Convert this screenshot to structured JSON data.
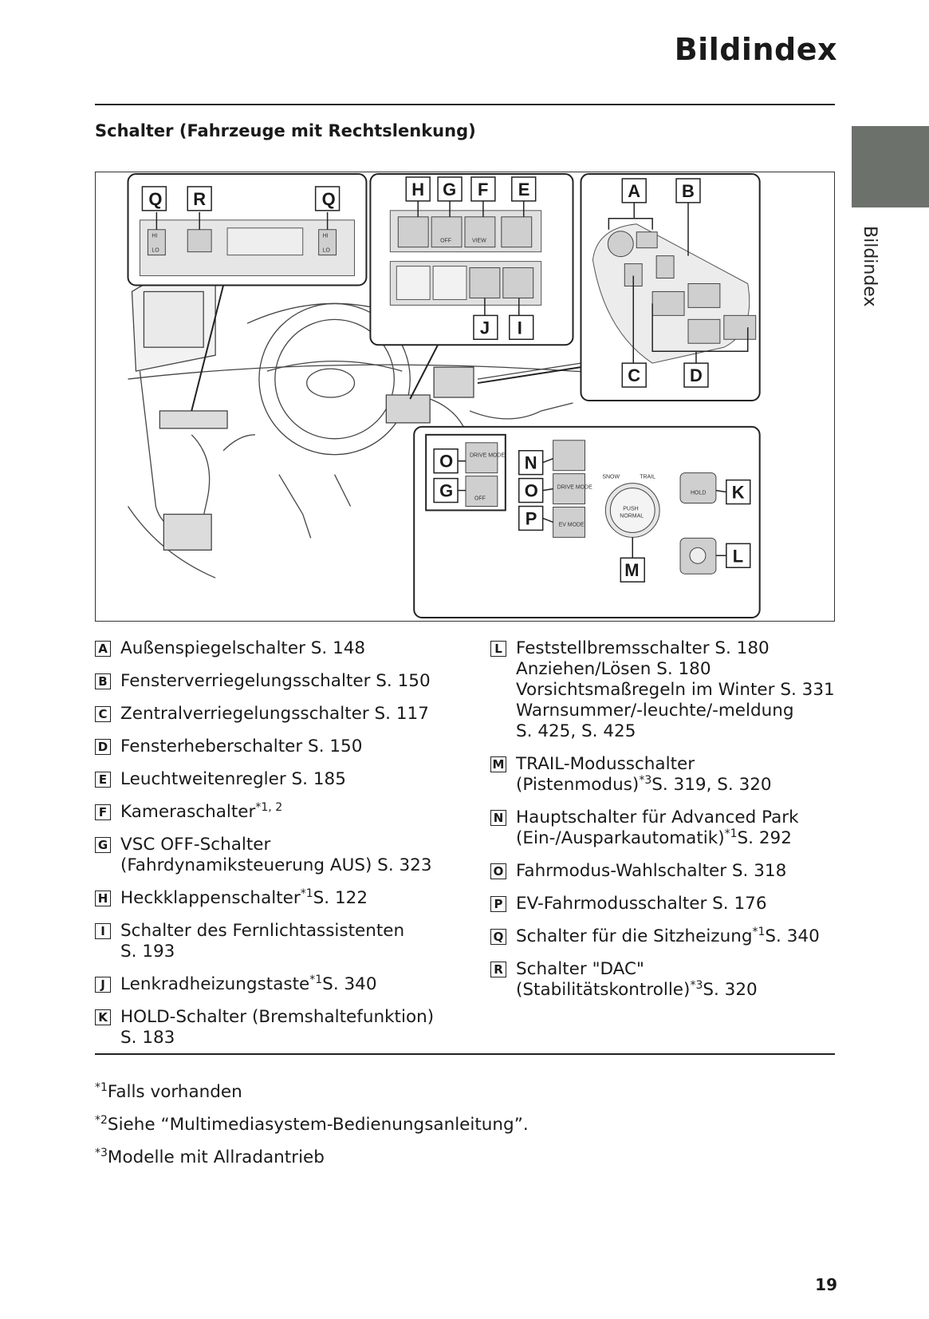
{
  "header": {
    "title": "Bildindex",
    "side_tab_label": "Bildindex"
  },
  "section": {
    "heading": "Schalter (Fahrzeuge mit Rechtslenkung)"
  },
  "figure": {
    "callouts": {
      "Q1": "Q",
      "R": "R",
      "Q2": "Q",
      "H": "H",
      "G1": "G",
      "F": "F",
      "E": "E",
      "J": "J",
      "I": "I",
      "A": "A",
      "B": "B",
      "C": "C",
      "D": "D",
      "O1": "O",
      "G2": "G",
      "N": "N",
      "O2": "O",
      "P": "P",
      "K": "K",
      "L": "L",
      "M": "M"
    },
    "texts": {
      "drive_mode": "DRIVE MODE",
      "off": "OFF",
      "view": "VIEW",
      "ev_mode": "EV MODE",
      "snow": "SNOW",
      "trail": "TRAIL",
      "push": "PUSH",
      "normal": "NORMAL",
      "hold": "HOLD",
      "hi": "HI",
      "lo": "LO"
    }
  },
  "entries_left": [
    {
      "letter": "A",
      "lines": [
        "Außenspiegelschalter S. 148"
      ]
    },
    {
      "letter": "B",
      "lines": [
        "Fensterverriegelungsschalter S. 150"
      ]
    },
    {
      "letter": "C",
      "lines": [
        "Zentralverriegelungsschalter S. 117"
      ]
    },
    {
      "letter": "D",
      "lines": [
        "Fensterheberschalter S. 150"
      ]
    },
    {
      "letter": "E",
      "lines": [
        "Leuchtweitenregler S. 185"
      ]
    },
    {
      "letter": "F",
      "text": "Kameraschalter",
      "sup": "*1, 2",
      "after": ""
    },
    {
      "letter": "G",
      "lines": [
        "VSC OFF-Schalter",
        "(Fahrdynamiksteuerung AUS) S. 323"
      ]
    },
    {
      "letter": "H",
      "text": "Heckklappenschalter",
      "sup": "*1",
      "after": "S. 122"
    },
    {
      "letter": "I",
      "lines": [
        "Schalter des Fernlichtassistenten",
        "S. 193"
      ]
    },
    {
      "letter": "J",
      "text": "Lenkradheizungstaste",
      "sup": "*1",
      "after": "S. 340"
    },
    {
      "letter": "K",
      "lines": [
        "HOLD-Schalter (Bremshaltefunktion)",
        "S. 183"
      ]
    }
  ],
  "entries_right": [
    {
      "letter": "L",
      "lines": [
        "Feststellbremsschalter S. 180",
        "Anziehen/Lösen S. 180",
        "Vorsichtsmaßregeln im Winter S. 331",
        "Warnsummer/-leuchte/-meldung",
        "S. 425, S. 425"
      ]
    },
    {
      "letter": "M",
      "line1": "TRAIL-Modusschalter",
      "text": "(Pistenmodus)",
      "sup": "*3",
      "after": "S. 319, S. 320"
    },
    {
      "letter": "N",
      "line1": "Hauptschalter für Advanced Park",
      "text": "(Ein-/Ausparkautomatik)",
      "sup": "*1",
      "after": "S. 292"
    },
    {
      "letter": "O",
      "lines": [
        "Fahrmodus-Wahlschalter S. 318"
      ]
    },
    {
      "letter": "P",
      "lines": [
        "EV-Fahrmodusschalter S. 176"
      ]
    },
    {
      "letter": "Q",
      "text": "Schalter für die Sitzheizung",
      "sup": "*1",
      "after": "S. 340"
    },
    {
      "letter": "R",
      "line1": "Schalter \"DAC\"",
      "text": "(Stabilitätskontrolle)",
      "sup": "*3",
      "after": "S. 320"
    }
  ],
  "footnotes": [
    {
      "mark": "*1",
      "text": "Falls vorhanden"
    },
    {
      "mark": "*2",
      "text": "Siehe “Multimediasystem-Bedienungsanleitung”."
    },
    {
      "mark": "*3",
      "text": "Modelle mit Allradantrieb"
    }
  ],
  "page_number": "19",
  "colors": {
    "side_tab": "#6d716c",
    "figure_fill": "#d9d9d9"
  }
}
